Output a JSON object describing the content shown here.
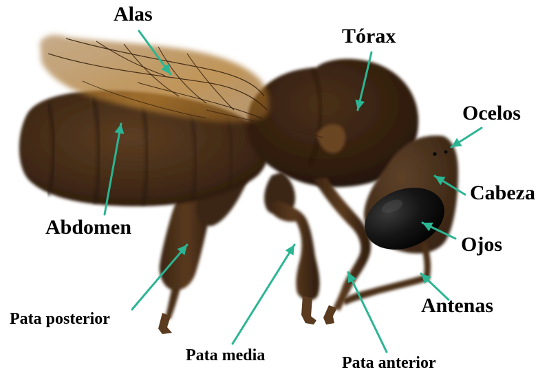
{
  "diagram": {
    "accent_color": "#2bb593",
    "labels": {
      "alas": "Alas",
      "torax": "Tórax",
      "ocelos": "Ocelos",
      "cabeza": "Cabeza",
      "ojos": "Ojos",
      "antenas": "Antenas",
      "abdomen": "Abdomen",
      "pata_posterior": "Pata posterior",
      "pata_media": "Pata media",
      "pata_anterior": "Pata anterior"
    }
  }
}
